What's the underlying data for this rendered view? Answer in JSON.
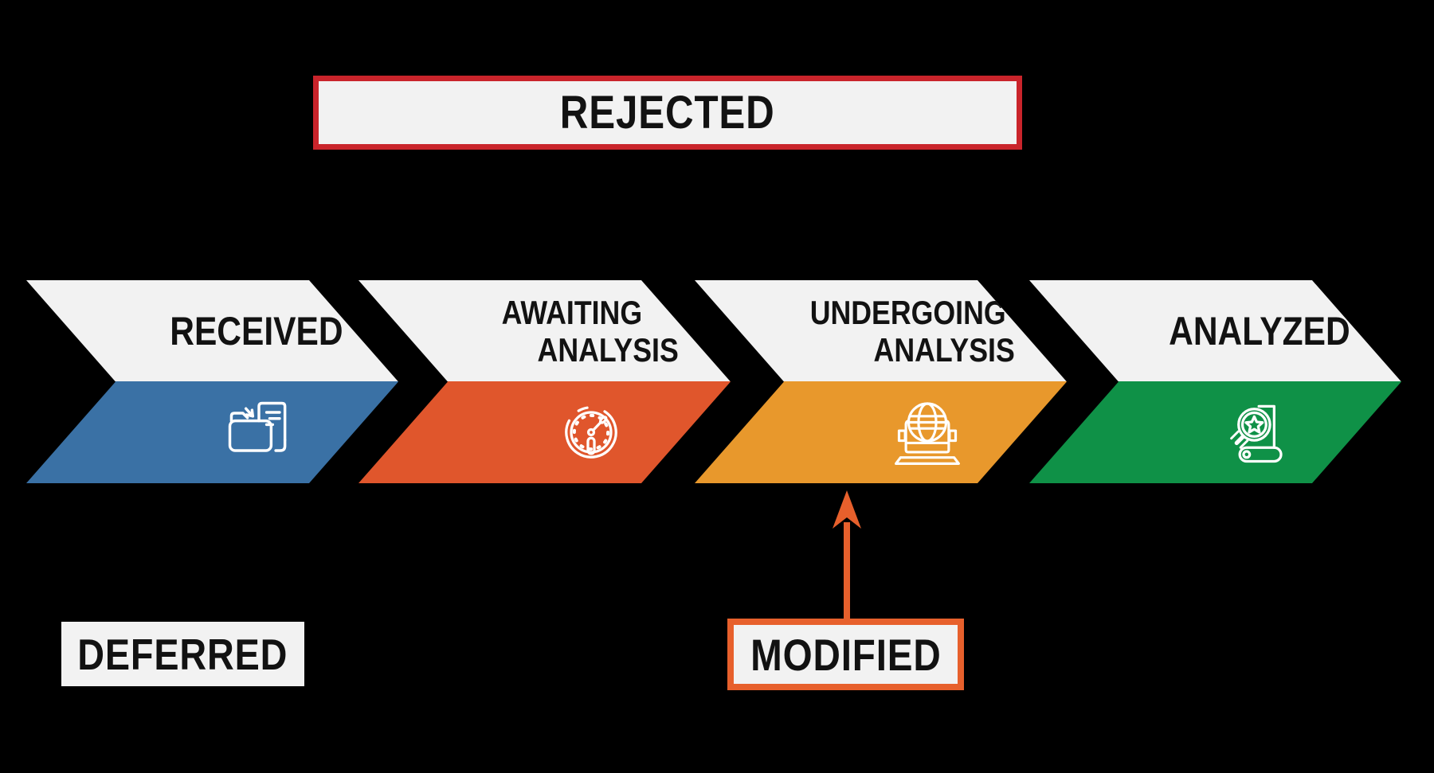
{
  "boxes": {
    "rejected": {
      "label": "REJECTED",
      "border_color": "#c9242b"
    },
    "deferred": {
      "label": "DEFERRED"
    },
    "modified": {
      "label": "MODIFIED",
      "border_color": "#e7602c"
    }
  },
  "flow": {
    "stages": [
      {
        "label_lines": [
          "RECEIVED"
        ],
        "color": "#3a71a5",
        "icon": "folder-documents-icon"
      },
      {
        "label_lines": [
          "AWAITING",
          "ANALYSIS"
        ],
        "color": "#e0562c",
        "icon": "clock-icon"
      },
      {
        "label_lines": [
          "UNDERGOING",
          "ANALYSIS"
        ],
        "color": "#e8982c",
        "icon": "globe-laptop-icon"
      },
      {
        "label_lines": [
          "ANALYZED"
        ],
        "color": "#0f9147",
        "icon": "magnifier-star-scroll-icon"
      }
    ]
  },
  "colors": {
    "background": "#000000",
    "box_fill": "#f2f2f2",
    "band_fill": "#f2f2f2",
    "label_text": "#121212",
    "arrow": "#e7602c",
    "icon_stroke": "#ffffff"
  }
}
